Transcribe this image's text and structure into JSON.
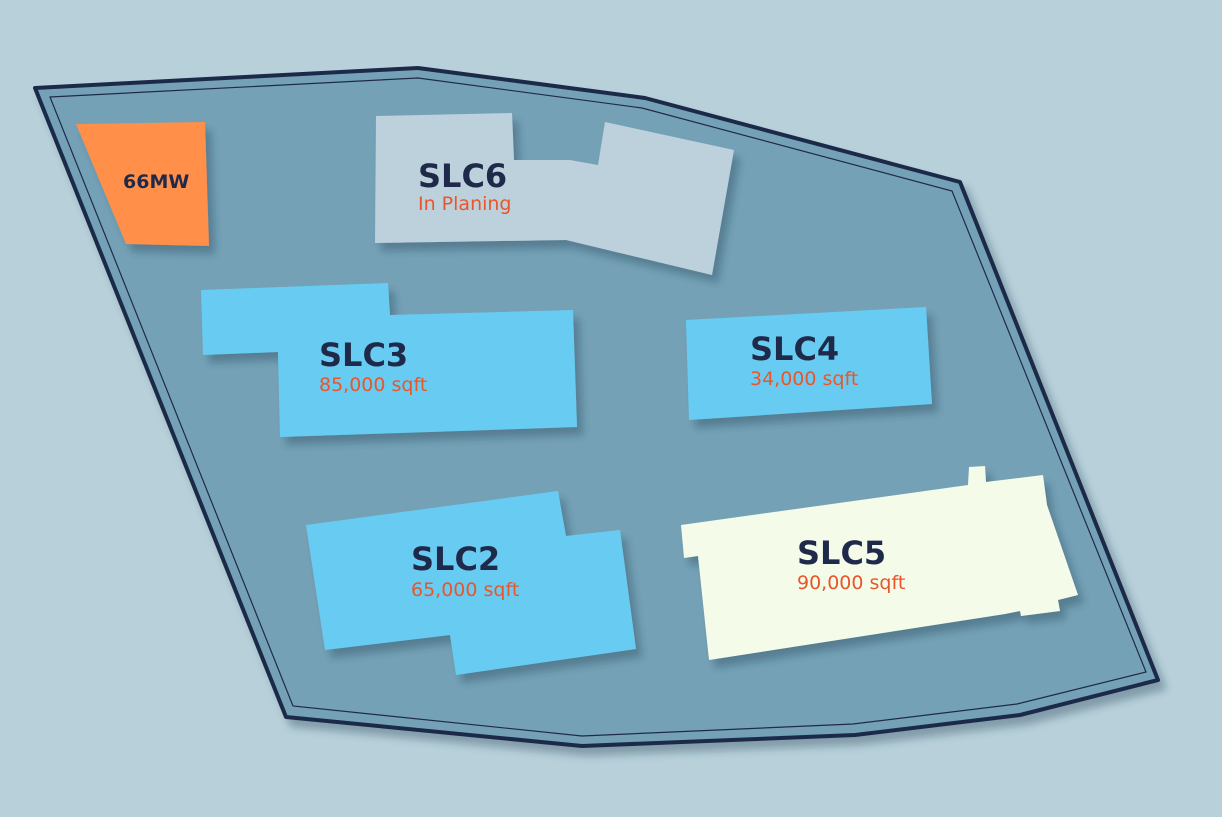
{
  "colors": {
    "background": "#b8d0da",
    "site_fill": "#75a1b6",
    "site_border": "#1f2a4a",
    "label_dark": "#1f2a4a",
    "label_accent": "#e8562a"
  },
  "power": {
    "label": "66MW",
    "color": "#ff8f4a"
  },
  "buildings": {
    "slc6": {
      "name": "SLC6",
      "detail": "In Planing",
      "color": "#bdd1dc"
    },
    "slc3": {
      "name": "SLC3",
      "detail": "85,000 sqft",
      "color": "#68ccf2"
    },
    "slc4": {
      "name": "SLC4",
      "detail": "34,000 sqft",
      "color": "#68ccf2"
    },
    "slc2": {
      "name": "SLC2",
      "detail": "65,000 sqft",
      "color": "#68ccf2"
    },
    "slc5": {
      "name": "SLC5",
      "detail": "90,000 sqft",
      "color": "#f4fbe9"
    }
  }
}
